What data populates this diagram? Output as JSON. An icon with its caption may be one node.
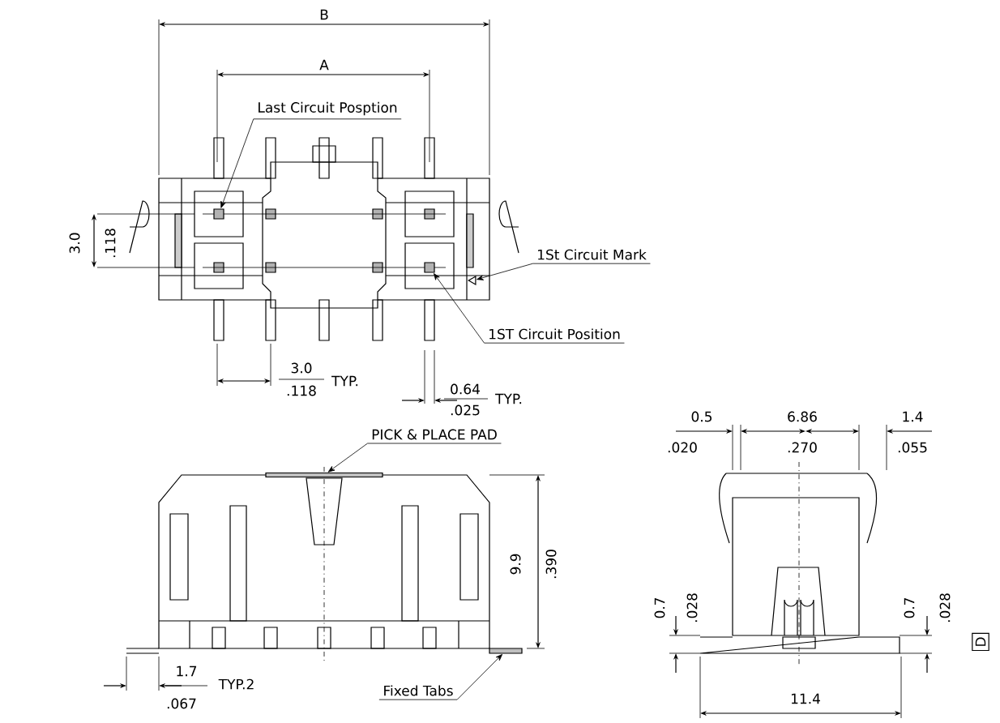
{
  "diagram": {
    "nodes": [
      {
        "text": [
          "Last Circuit Posption"
        ]
      },
      {
        "text": [
          "1St Circuit Mark"
        ]
      },
      {
        "text": [
          "1ST Circuit Position"
        ]
      },
      {
        "text": [
          "PICK & PLACE PAD"
        ]
      },
      {
        "text": [
          "Fixed Tabs"
        ]
      },
      {
        "text": [],
        "shape": "box"
      },
      {
        "text": [],
        "shape": "triangle"
      },
      {
        "text": [],
        "shape": "box"
      },
      {
        "text": [],
        "shape": "bar"
      },
      {
        "text": [],
        "shape": "bar"
      }
    ],
    "edges": [
      {
        "from": 0,
        "to": 5,
        "arrow": "to"
      },
      {
        "from": 1,
        "to": 6,
        "arrow": "to"
      },
      {
        "from": 2,
        "to": 7,
        "arrow": "to"
      },
      {
        "from": 3,
        "to": 8,
        "arrow": "to"
      },
      {
        "from": 4,
        "to": 9,
        "arrow": "to"
      }
    ],
    "labels": [
      "B",
      "A",
      "3.0",
      ".118",
      "3.0",
      ".118",
      "TYP.",
      "0.64",
      ".025",
      "TYP.",
      "1.7",
      ".067",
      "TYP.2",
      "9.9",
      ".390",
      "0.5",
      ".020",
      "6.86",
      ".270",
      "1.4",
      ".055",
      "0.7",
      ".028",
      "0.7",
      ".028",
      "11.4",
      "D"
    ]
  }
}
